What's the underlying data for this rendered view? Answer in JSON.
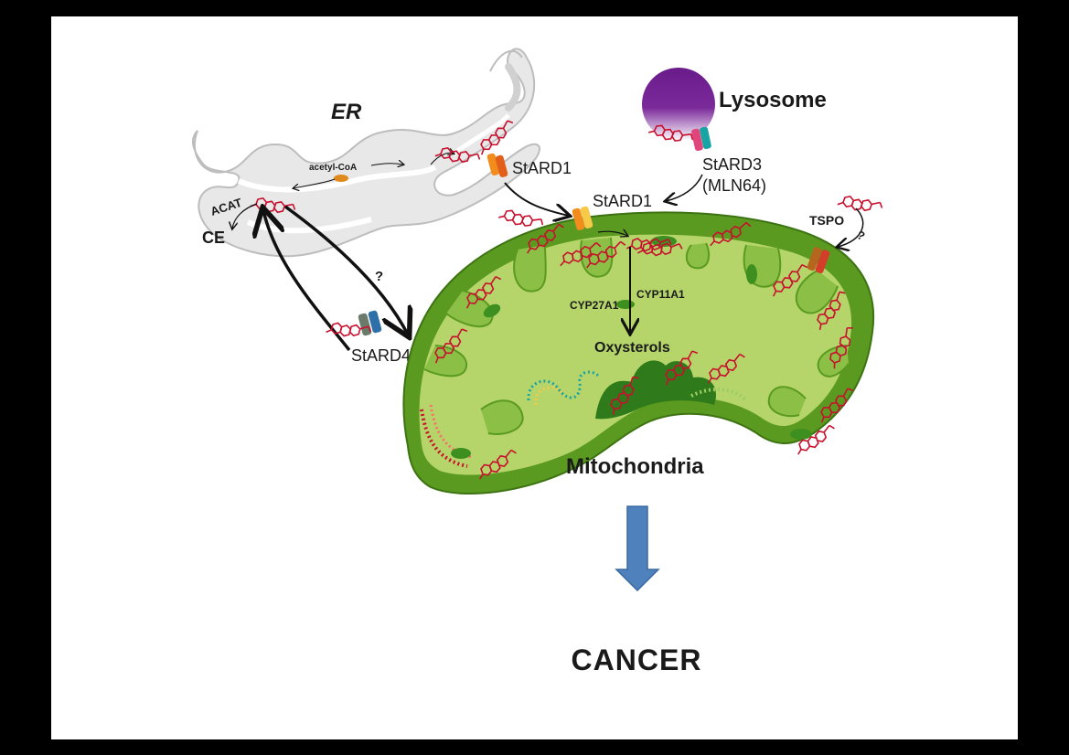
{
  "labels": {
    "er": "ER",
    "acetyl_coa": "acetyl-CoA",
    "acat": "ACAT",
    "ce": "CE",
    "question_er": "?",
    "stard4": "StARD4",
    "stard1_er": "StARD1",
    "stard1_mito": "StARD1",
    "lysosome": "Lysosome",
    "stard3": "StARD3",
    "mln64": "(MLN64)",
    "tspo": "TSPO",
    "question_tspo": "?",
    "cyp27a1": "CYP27A1",
    "cyp11a1": "CYP11A1",
    "oxysterols": "Oxysterols",
    "mitochondria": "Mitochondria",
    "cancer": "CANCER"
  },
  "colors": {
    "background_frame": "#000000",
    "slide": "#ffffff",
    "er_fill": "#e8e8e8",
    "er_stroke": "#bdbdbd",
    "mito_outer": "#5a9a20",
    "mito_matrix": "#b5d56a",
    "mito_crista": "#2f7a1a",
    "cholesterol": "#c8102e",
    "lysosome_top": "#6a1b8a",
    "lysosome_bottom": "#ffffff",
    "stard_orange": "#f28c1c",
    "stard_yellow": "#f7c948",
    "stard3_pink": "#e0457b",
    "stard3_teal": "#1aa3a3",
    "stard4_gray": "#6b7b6b",
    "stard4_blue": "#2d6fa8",
    "tspo_brown": "#b5651d",
    "tspo_red": "#d33d2a",
    "arrow_blue": "#4f81bd"
  },
  "icons": {
    "cholesterol": "cholesterol-molecule-icon",
    "transporter": "membrane-transporter-icon",
    "down_arrow": "down-arrow-icon"
  }
}
